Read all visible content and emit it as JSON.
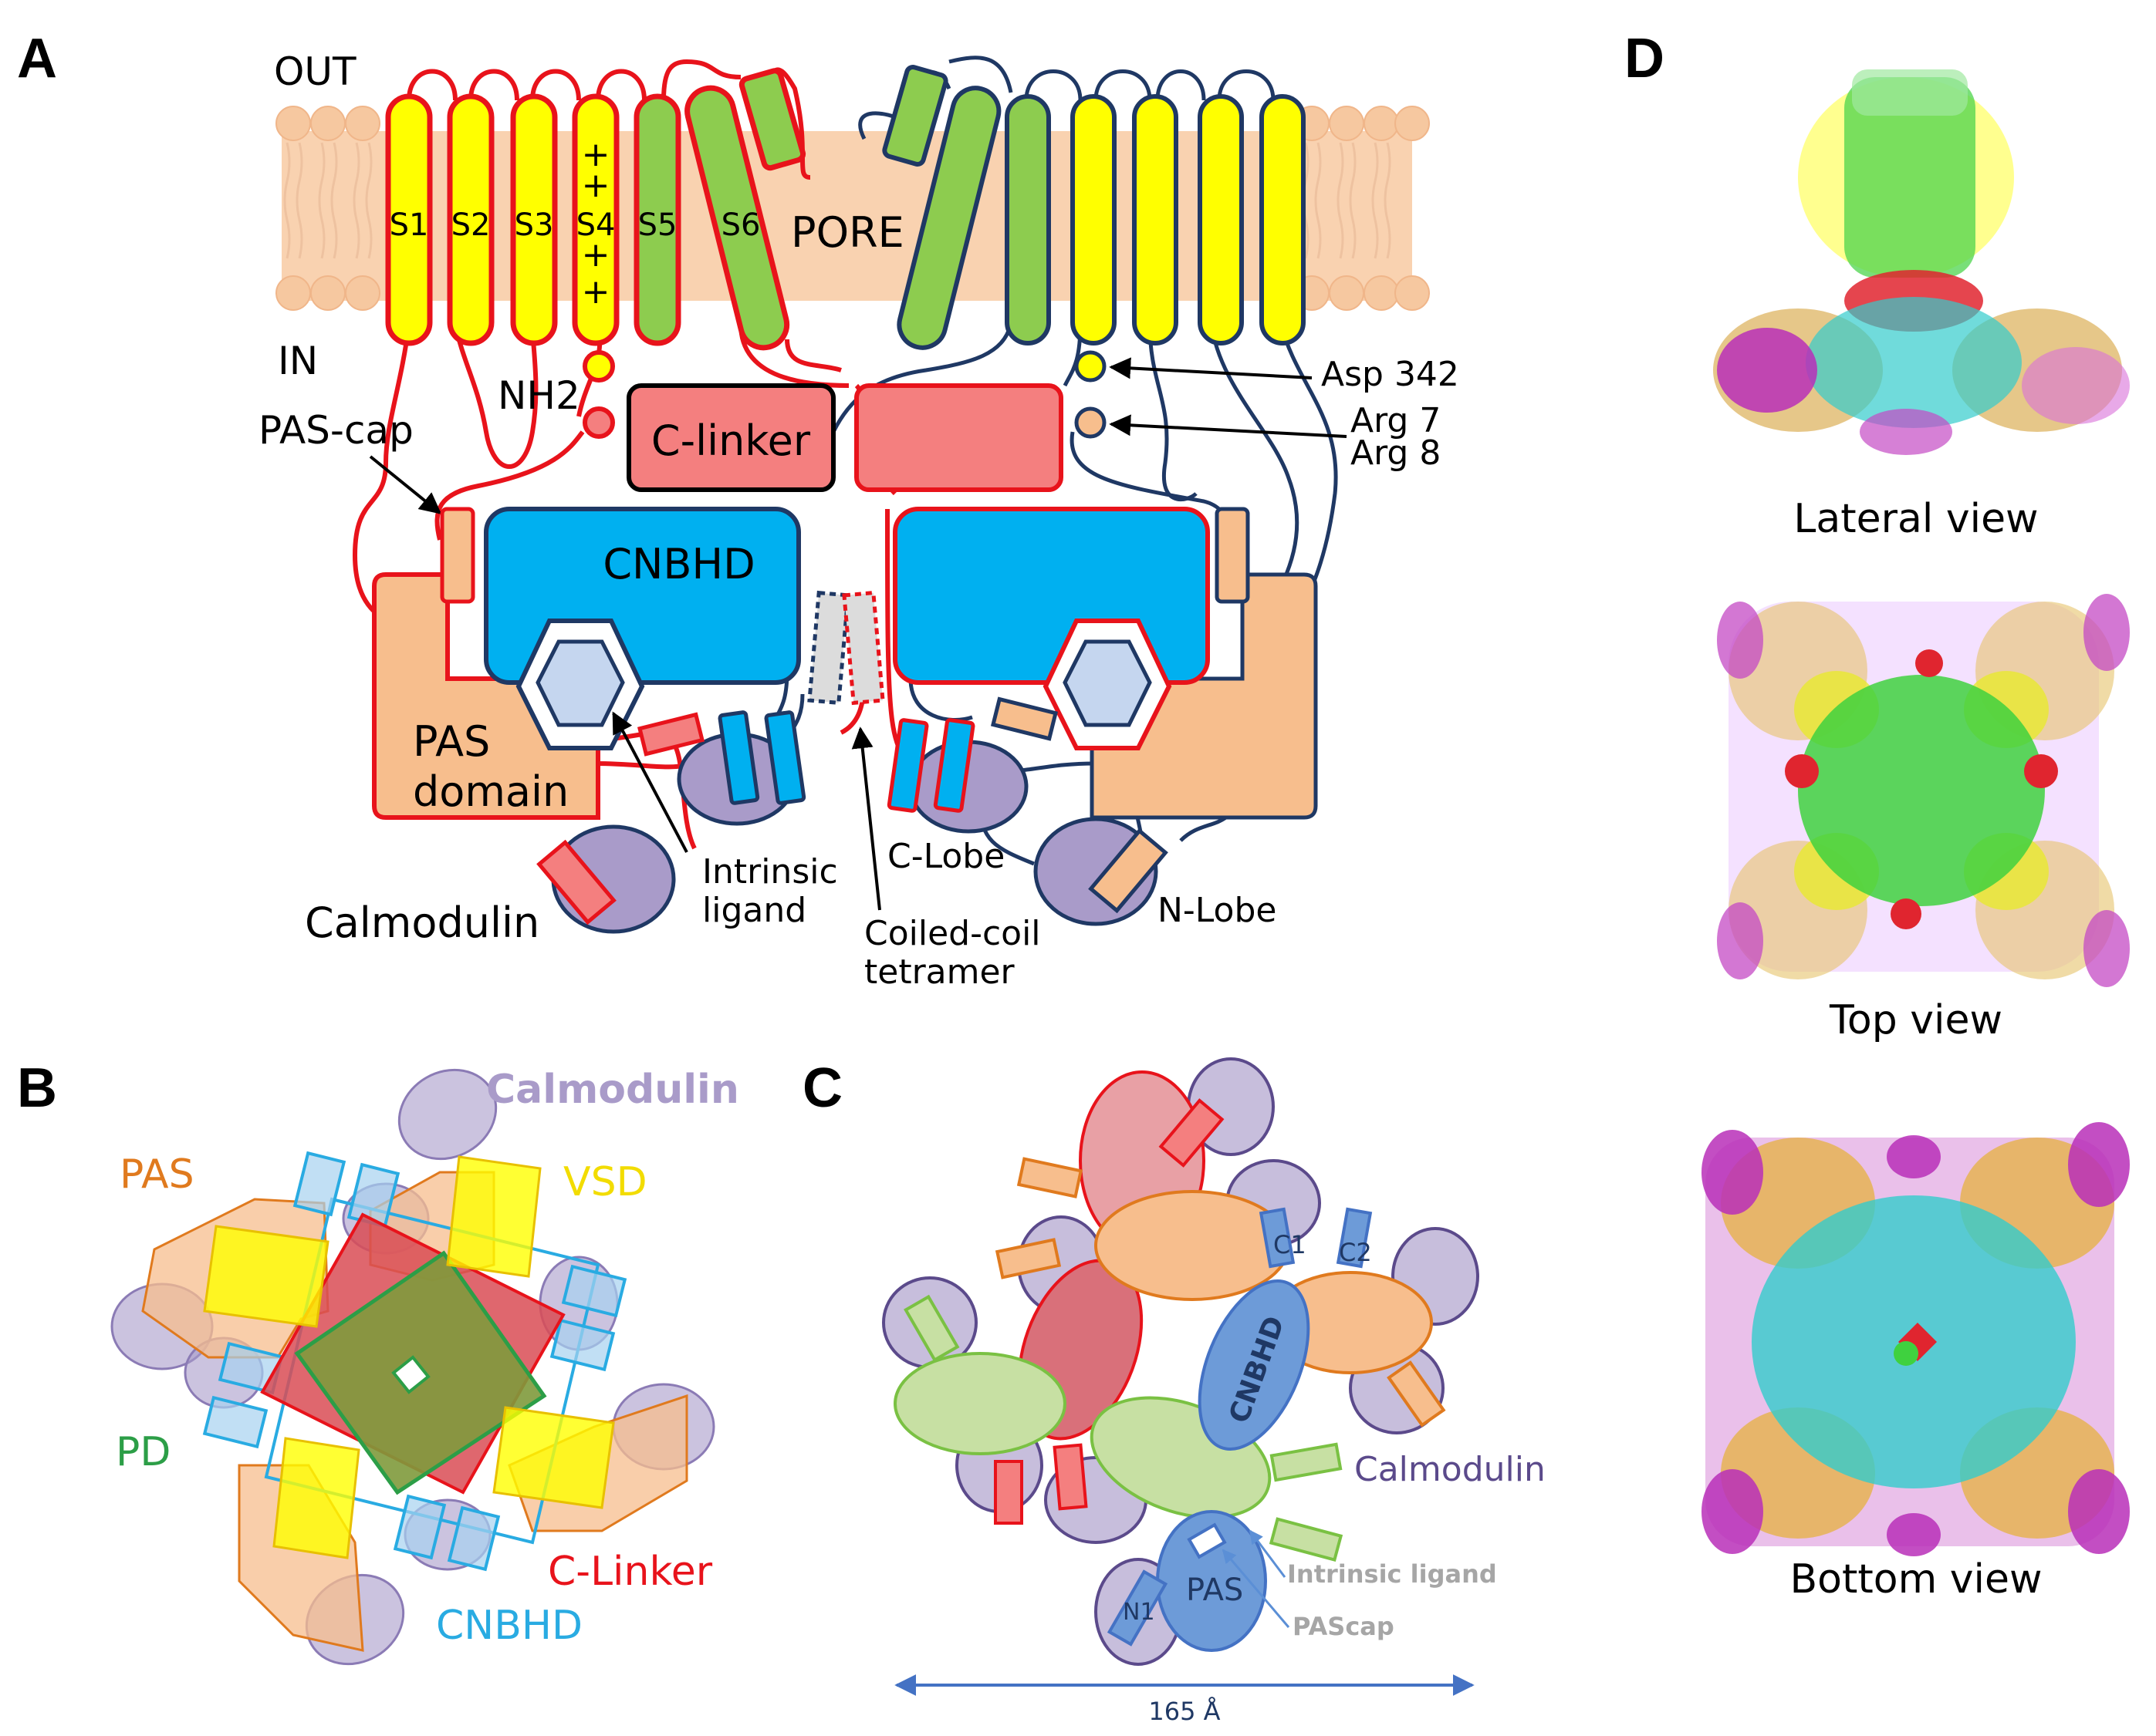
{
  "panels": {
    "a": "A",
    "b": "B",
    "c": "C",
    "d": "D"
  },
  "colors": {
    "membrane": "#f9d2b0",
    "helix_vsd": "#ffff00",
    "helix_pore": "#8dcc4f",
    "subunit_red": "#e8131b",
    "subunit_navy": "#1f3864",
    "clinker": "#f47f7f",
    "cnbhd": "#00b0f0",
    "pas": "#f7be8d",
    "calmodulin": "#a99bc9",
    "ligand": "#c5d6ef"
  },
  "panelA": {
    "out": "OUT",
    "in": "IN",
    "helices": [
      "S1",
      "S2",
      "S3",
      "S4",
      "S5",
      "S6"
    ],
    "charge": "+",
    "pore": "PORE",
    "nh2": "NH2",
    "pas_cap": "PAS-cap",
    "clinker": "C-linker",
    "cnbhd": "CNBHD",
    "pas_line1": "PAS",
    "pas_line2": "domain",
    "calmodulin": "Calmodulin",
    "intrinsic_1": "Intrinsic",
    "intrinsic_2": "ligand",
    "c_lobe": "C-Lobe",
    "n_lobe": "N-Lobe",
    "coiled_1": "Coiled-coil",
    "coiled_2": "tetramer",
    "asp": "Asp 342",
    "arg7": "Arg 7",
    "arg8": "Arg 8"
  },
  "panelB": {
    "calmodulin": "Calmodulin",
    "pas": "PAS",
    "vsd": "VSD",
    "pd": "PD",
    "clinker": "C-Linker",
    "cnbhd": "CNBHD"
  },
  "panelC": {
    "c1": "C1",
    "c2": "C2",
    "cnbhd": "CNBHD",
    "calmodulin": "Calmodulin",
    "pas": "PAS",
    "n1": "N1",
    "intrinsic": "Intrinsic ligand",
    "pascap": "PAScap",
    "width": "165 Å"
  },
  "panelD": {
    "lateral": "Lateral view",
    "top": "Top view",
    "bottom": "Bottom view"
  }
}
